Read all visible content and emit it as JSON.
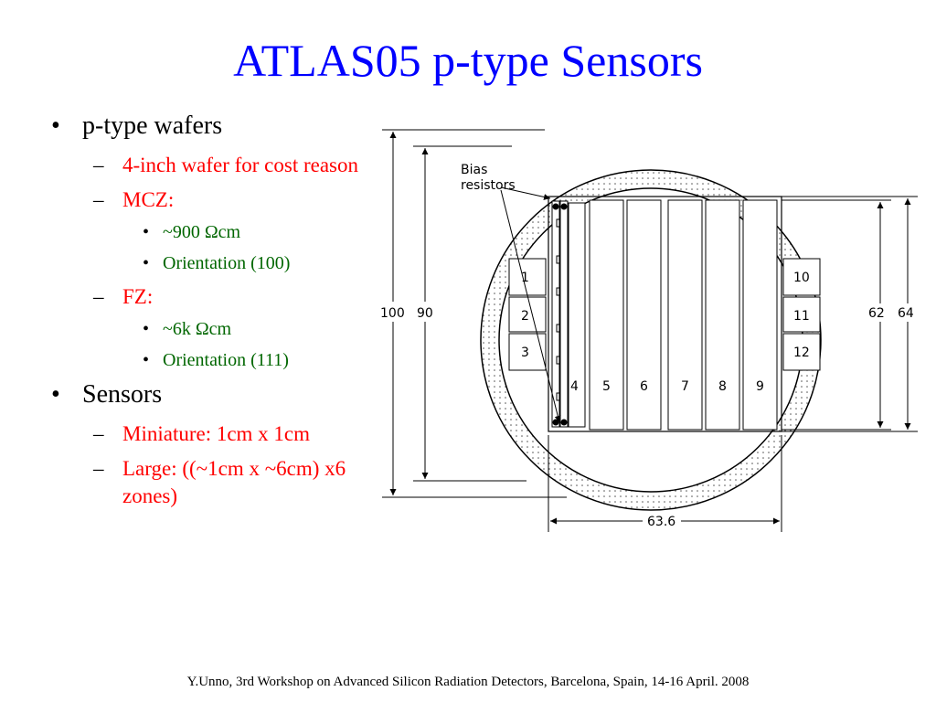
{
  "title": "ATLAS05 p-type Sensors",
  "bullets": {
    "wafers": "p-type wafers",
    "wafer_size": "4-inch wafer for cost reason",
    "mcz": "MCZ:",
    "mcz_res": "~900 Ωcm",
    "mcz_orient": "Orientation (100)",
    "fz": "FZ:",
    "fz_res": "~6k Ωcm",
    "fz_orient": "Orientation (111)",
    "sensors": "Sensors",
    "miniature": "Miniature: 1cm x 1cm",
    "large": "Large: ((~1cm x ~6cm) x6 zones)"
  },
  "diagram": {
    "bias_label": [
      "Bias",
      "resistors"
    ],
    "dim_100": "100",
    "dim_90": "90",
    "dim_62": "62",
    "dim_64": "64",
    "dim_636": "63.6",
    "minis": [
      "1",
      "2",
      "3",
      "10",
      "11",
      "12"
    ],
    "larges": [
      "4",
      "5",
      "6",
      "7",
      "8",
      "9"
    ]
  },
  "footer": "Y.Unno, 3rd Workshop on Advanced Silicon Radiation Detectors, Barcelona, Spain, 14-16 April. 2008"
}
